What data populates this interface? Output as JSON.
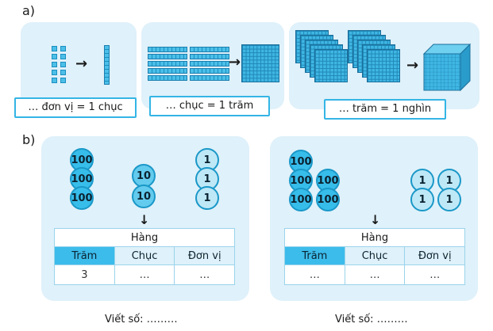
{
  "part_a": {
    "label": "a)",
    "captions": [
      "… đơn vị = 1 chục",
      "… chục = 1 trăm",
      "… trăm = 1 nghìn"
    ]
  },
  "part_b": {
    "label": "b)",
    "left": {
      "discs": {
        "hundreds": [
          "100",
          "100",
          "100"
        ],
        "tens": [
          "10",
          "10"
        ],
        "ones": [
          "1",
          "1",
          "1"
        ]
      },
      "table": {
        "title": "Hàng",
        "headers": [
          "Trăm",
          "Chục",
          "Đơn vị"
        ],
        "values": [
          "3",
          "…",
          "…"
        ]
      },
      "write_label": "Viết số: ………"
    },
    "right": {
      "discs": {
        "hundreds": [
          "100",
          "100",
          "100",
          "100",
          "100"
        ],
        "ones": [
          "1",
          "1",
          "1",
          "1"
        ]
      },
      "table": {
        "title": "Hàng",
        "headers": [
          "Trăm",
          "Chục",
          "Đơn vị"
        ],
        "values": [
          "…",
          "…",
          "…"
        ]
      },
      "write_label": "Viết số: ………"
    }
  }
}
